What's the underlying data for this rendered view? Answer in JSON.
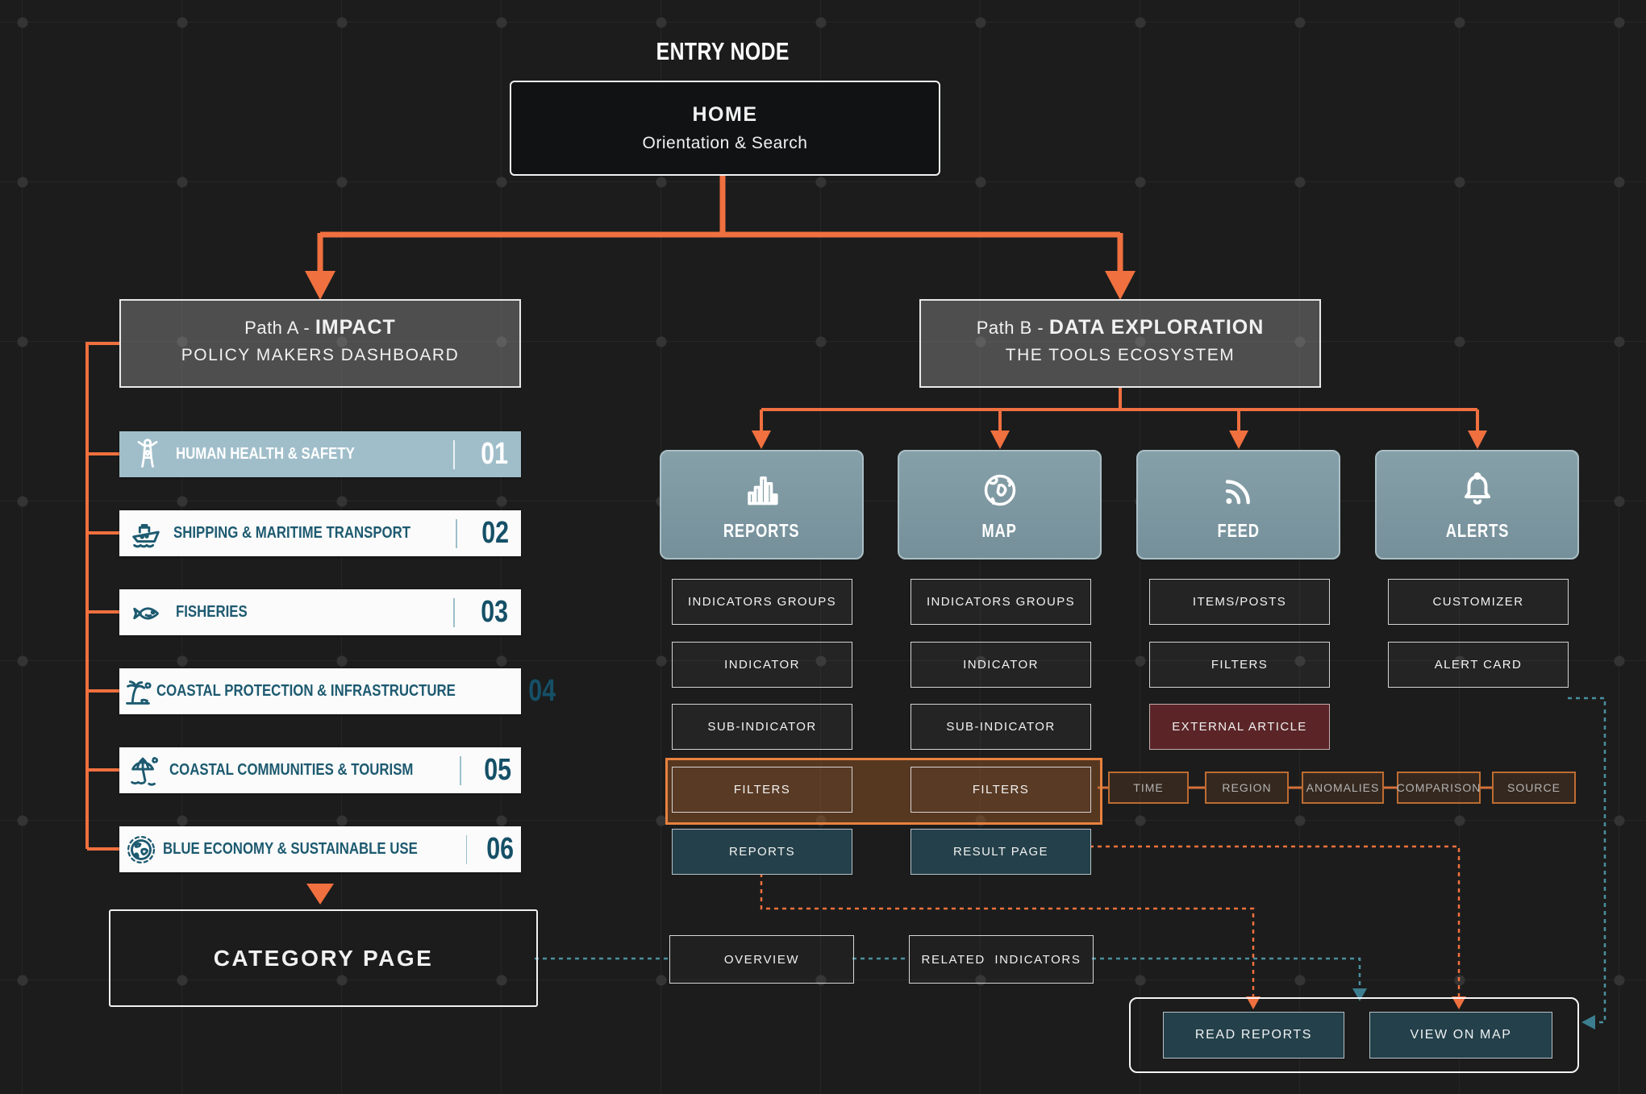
{
  "title": "ENTRY NODE",
  "home": {
    "title": "HOME",
    "subtitle": "Orientation & Search"
  },
  "path_a": {
    "title_prefix": "Path A -",
    "title_name": "IMPACT",
    "subtitle": "POLICY MAKERS DASHBOARD",
    "items": [
      {
        "num": "01",
        "label": "HUMAN HEALTH & SAFETY",
        "icon": "person-icon",
        "highlighted": true
      },
      {
        "num": "02",
        "label": "SHIPPING & MARITIME TRANSPORT",
        "icon": "ship-icon",
        "highlighted": false
      },
      {
        "num": "03",
        "label": "FISHERIES",
        "icon": "fish-icon",
        "highlighted": false
      },
      {
        "num": "04",
        "label": "COASTAL PROTECTION & INFRASTRUCTURE",
        "icon": "palm-tree-icon",
        "highlighted": false
      },
      {
        "num": "05",
        "label": "COASTAL COMMUNITIES & TOURISM",
        "icon": "beach-umbrella-icon",
        "highlighted": false
      },
      {
        "num": "06",
        "label": "BLUE ECONOMY & SUSTAINABLE USE",
        "icon": "globe-dashed-icon",
        "highlighted": false
      }
    ],
    "category_page": "CATEGORY PAGE"
  },
  "path_b": {
    "title_prefix": "Path B -",
    "title_name": "DATA EXPLORATION",
    "subtitle": "THE TOOLS ECOSYSTEM",
    "tools": [
      {
        "label": "REPORTS",
        "icon": "bar-chart-icon",
        "children": [
          "INDICATORS GROUPS",
          "INDICATOR",
          "SUB-INDICATOR",
          "FILTERS",
          "REPORTS"
        ]
      },
      {
        "label": "MAP",
        "icon": "globe-icon",
        "children": [
          "INDICATORS GROUPS",
          "INDICATOR",
          "SUB-INDICATOR",
          "FILTERS",
          "RESULT PAGE"
        ]
      },
      {
        "label": "FEED",
        "icon": "rss-icon",
        "children": [
          "ITEMS/POSTS",
          "FILTERS",
          "EXTERNAL ARTICLE"
        ]
      },
      {
        "label": "ALERTS",
        "icon": "bell-icon",
        "children": [
          "CUSTOMIZER",
          "ALERT CARD"
        ]
      }
    ],
    "filter_chips": [
      "TIME",
      "REGION",
      "ANOMALIES",
      "COMPARISON",
      "SOURCE"
    ]
  },
  "bottom": {
    "overview": "OVERVIEW",
    "related_indicators": "RELATED  INDICATORS",
    "read_reports": "READ REPORTS",
    "view_on_map": "VIEW ON MAP"
  },
  "colors": {
    "accent_orange": "#F0703F",
    "teal_dashed": "#4A8FA0",
    "card_blue_gray": "#7C959E",
    "highlight_item": "#A0BECA",
    "dark_teal_box": "#24404A",
    "maroon_box": "#5B2527",
    "item_text_teal": "#1D5A70",
    "background": "#1C1C1C"
  }
}
